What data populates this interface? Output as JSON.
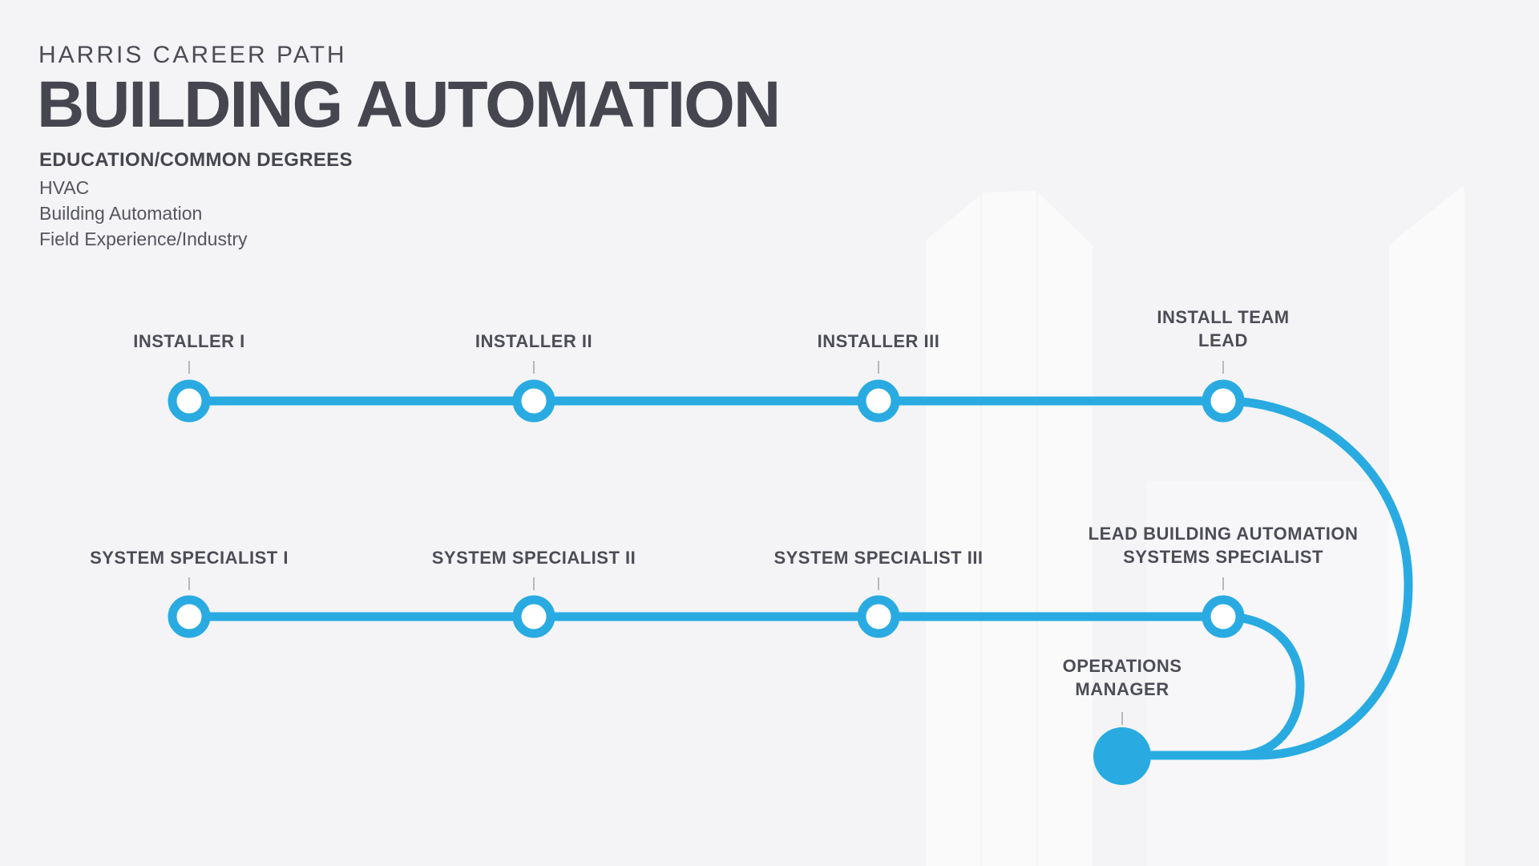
{
  "header": {
    "eyebrow": "HARRIS CAREER PATH",
    "title": "BUILDING AUTOMATION",
    "education_heading": "EDUCATION/COMMON DEGREES",
    "education_items": "HVAC\nBuilding Automation\nField Experience/Industry"
  },
  "career_path": {
    "row1": {
      "nodes": [
        {
          "label": "INSTALLER I"
        },
        {
          "label": "INSTALLER II"
        },
        {
          "label": "INSTALLER III"
        },
        {
          "label": "INSTALL TEAM\nLEAD"
        }
      ]
    },
    "row2": {
      "nodes": [
        {
          "label": "SYSTEM SPECIALIST I"
        },
        {
          "label": "SYSTEM SPECIALIST II"
        },
        {
          "label": "SYSTEM SPECIALIST III"
        },
        {
          "label": "LEAD BUILDING AUTOMATION\nSYSTEMS SPECIALIST"
        }
      ]
    },
    "final_node": {
      "label": "OPERATIONS\nMANAGER"
    }
  },
  "colors": {
    "accent_blue": "#29abe2",
    "background": "#f4f4f6",
    "title_text": "#45464f",
    "label_text": "#4c4d56",
    "body_text": "#54555d",
    "tick_gray": "#b7b8be",
    "node_fill": "#ffffff",
    "watermark": "rgba(255,255,255,0.55)"
  }
}
